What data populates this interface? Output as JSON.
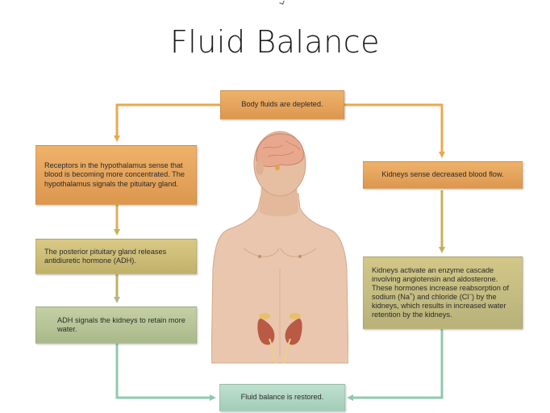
{
  "title": "Fluid Balance",
  "boxes": {
    "depleted": "Body fluids are depleted.",
    "receptors": "Receptors in the hypothalamus sense that blood is becoming more concentrated. The hypothalamus signals the pituitary gland.",
    "pituitary": "The posterior pituitary gland releases antidiuretic hormone (ADH).",
    "adh": "ADH signals the kidneys to retain more water.",
    "kidneys_sense": "Kidneys sense decreased blood flow.",
    "kidneys_cascade_1": "Kidneys activate an enzyme cascade involving angiotensin and aldosterone. These hormones increase reabsorption of sodium (Na",
    "kidneys_cascade_sup1": "+",
    "kidneys_cascade_2": ") and chloride (Cl",
    "kidneys_cascade_sup2": "−",
    "kidneys_cascade_3": ") by the kidneys, which  results in increased water retention by the kidneys.",
    "restored": "Fluid balance is restored."
  },
  "colors": {
    "orange": "#e6a55c",
    "olive": "#cdbd77",
    "sage": "#b7c497",
    "mint": "#b0d6c3",
    "arrow_orange": "#e8a94f",
    "arrow_olive": "#bfb25e",
    "arrow_sage": "#a9bc8c",
    "arrow_mint": "#8fcab0"
  }
}
